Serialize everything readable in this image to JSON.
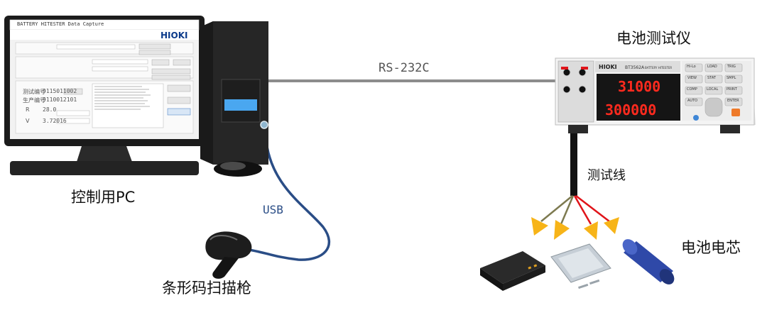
{
  "labels": {
    "pc": "控制用PC",
    "scanner": "条形码扫描枪",
    "meter": "电池测试仪",
    "rs232": "RS-232C",
    "usb": "USB",
    "test_leads": "测试线",
    "cells": "电池电芯"
  },
  "pc_screen": {
    "window_title": "BATTERY HITESTER Data Capture",
    "brand": "HIOKI",
    "form_rows": [
      {
        "label": "测试编号",
        "value": "9115011002"
      },
      {
        "label": "生产编号",
        "value": "9110012101"
      },
      {
        "label": "R",
        "value": "28.0"
      },
      {
        "label": "V",
        "value": "3.72016"
      }
    ]
  },
  "meter": {
    "brand": "HIOKI",
    "model": "BT3562A",
    "model_sub": "BATTERY HITESTER",
    "display_top": "31000",
    "display_bottom": "300000",
    "keys": [
      "Hi-Lo",
      "LOAD",
      "TRIG",
      "VIEW",
      "STAT",
      "SMPL",
      "COMP",
      "LOCAL",
      "PRINT",
      "AUTO",
      "ENTER"
    ]
  },
  "colors": {
    "rs232_line": "#8c8c8c",
    "usb_cable": "#2a4d86",
    "probe_red": "#e0141a",
    "probe_black": "#303030",
    "probe_olive": "#7d7a50",
    "probe_tip": "#f7b418",
    "display_red": "#ff2a1e",
    "text": "#111111"
  }
}
